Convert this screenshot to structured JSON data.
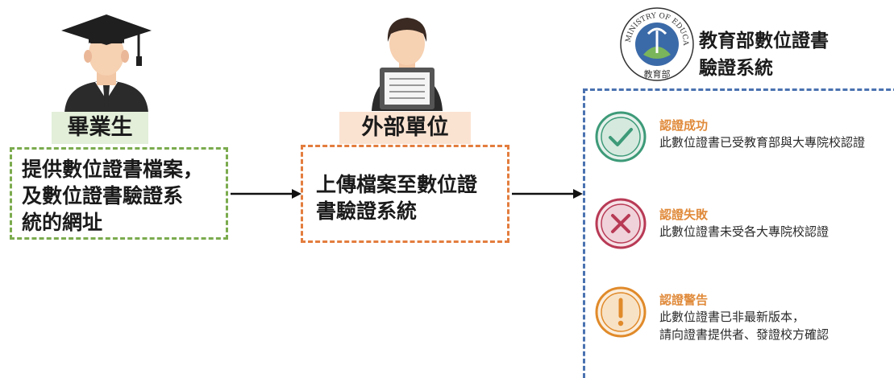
{
  "graduate": {
    "role": "畢業生",
    "task_lines": [
      "提供數位證書檔案，",
      "及數位證書驗證系",
      "統的網址"
    ]
  },
  "external_unit": {
    "role": "外部單位",
    "task_lines": [
      "上傳檔案至數位證",
      "書驗證系統"
    ]
  },
  "system": {
    "logo_text_outer": "MINISTRY OF EDUCATION",
    "logo_text_inner": "教育部",
    "title_lines": [
      "教育部數位證書",
      "驗證系統"
    ]
  },
  "results": [
    {
      "title": "認證成功",
      "desc_lines": [
        "此數位證書已受教育部與大專院校認證"
      ],
      "icon": "check-icon",
      "color": "#3d9a78"
    },
    {
      "title": "認證失敗",
      "desc_lines": [
        "此數位證書未受各大專院校認證"
      ],
      "icon": "x-icon",
      "color": "#b83a55"
    },
    {
      "title": "認證警告",
      "desc_lines": [
        "此數位證書已非最新版本，",
        "請向證書提供者、發證校方確認"
      ],
      "icon": "exclamation-icon",
      "color": "#e08a2a"
    }
  ],
  "colors": {
    "graduate_accent": "#7bab4e",
    "external_accent": "#e37d3e",
    "panel_border": "#4a72b0",
    "result_title": "#e08a3a"
  }
}
